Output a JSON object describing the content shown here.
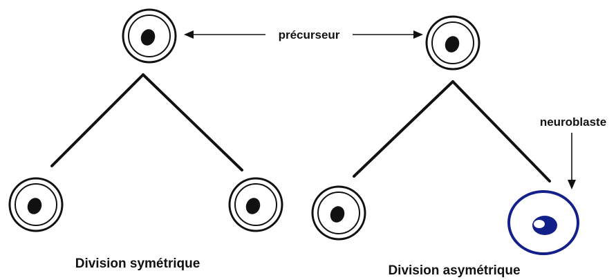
{
  "labels": {
    "precursor": "précurseur",
    "neuroblast": "neuroblaste",
    "symmetric_division": "Division symétrique",
    "asymmetric_division": "Division asymétrique"
  },
  "colors": {
    "ink": "#111111",
    "neuroblast_blue": "#14208a",
    "background": "#ffffff"
  }
}
